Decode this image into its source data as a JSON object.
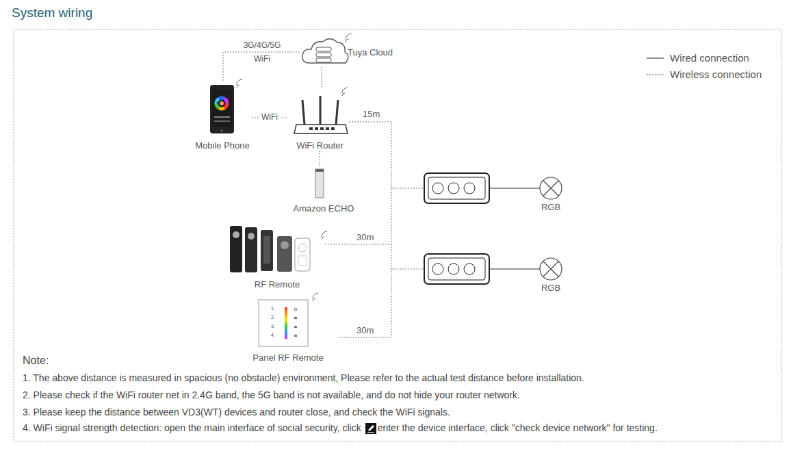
{
  "diagram": {
    "title": "System wiring",
    "nodes": [
      {
        "text": [
          "Tuya Cloud"
        ]
      },
      {
        "text": [
          "Mobile Phone"
        ]
      },
      {
        "text": [
          "WiFi Router"
        ]
      },
      {
        "text": [
          "Amazon ECHO"
        ]
      },
      {
        "text": [
          "RGB"
        ]
      },
      {
        "text": [
          "RF Remote"
        ]
      },
      {
        "text": [
          "RGB"
        ]
      },
      {
        "text": [
          "Panel RF Remote"
        ]
      }
    ],
    "edges": [
      {
        "from": 1,
        "to": 0,
        "arrow": "none",
        "label": "3G/4G/5G WiFi"
      },
      {
        "from": 1,
        "to": 2,
        "arrow": "none",
        "label": "WiFi"
      },
      {
        "from": 0,
        "to": 2,
        "arrow": "none"
      },
      {
        "from": 2,
        "to": 3,
        "arrow": "none"
      }
    ],
    "labels": [
      "15m",
      "30m",
      "30m",
      "1.",
      "2.",
      "3.",
      "4.",
      "Note:",
      "1. The above distance is measured in spacious (no obstacle) environment, Please refer to the actual test distance before installation.",
      "2. Please check if the WiFi router net in 2.4G band, the 5G band is not available, and do not hide your router network.",
      "3. Please keep the distance between VD3(WT) devices and router close, and check the WiFi signals.",
      "4. WiFi signal strength detection: open the main interface of social security, click",
      "enter the device interface, click \"check device network\" for testing."
    ],
    "legend": [
      {
        "text": "Wired connection"
      },
      {
        "text": "Wireless connection"
      }
    ]
  }
}
